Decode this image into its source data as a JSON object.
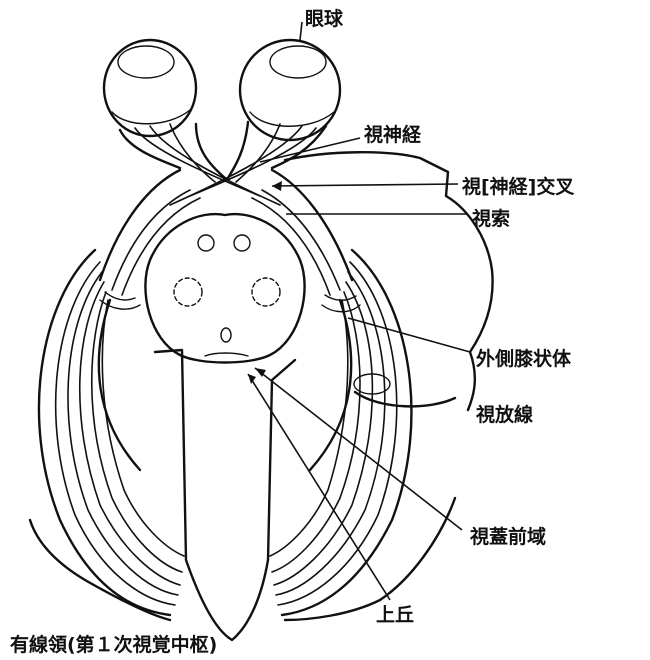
{
  "diagram": {
    "labels": {
      "eyeball": "眼球",
      "optic_nerve": "視神経",
      "optic_chiasm": "視[神経]交叉",
      "optic_tract": "視索",
      "lgn": "外側膝状体",
      "optic_radiation": "視放線",
      "pretectal_area": "視蓋前域",
      "superior_colliculus": "上丘",
      "striate_cortex": "有線領(第１次視覚中枢)"
    }
  }
}
